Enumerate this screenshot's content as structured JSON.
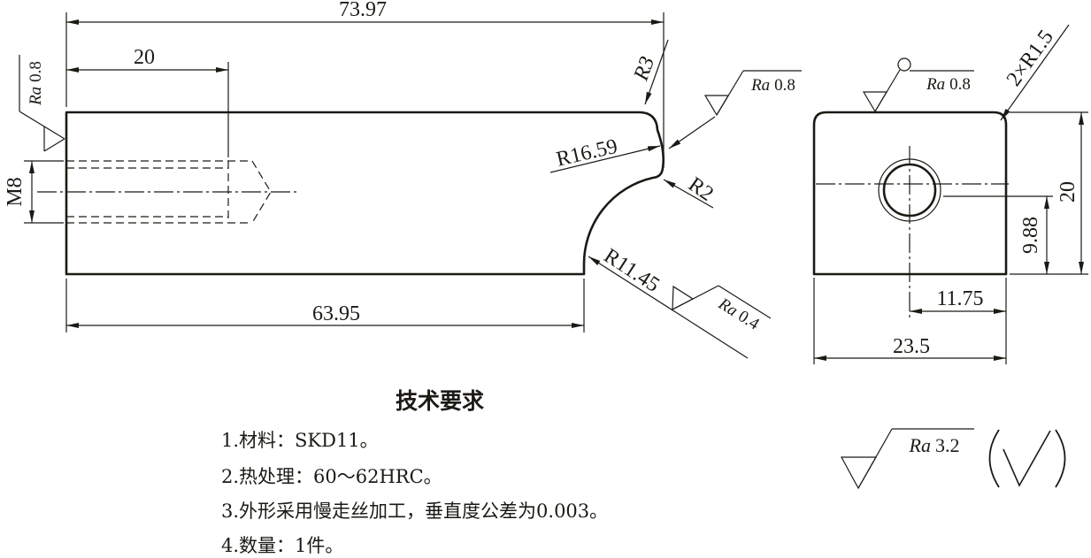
{
  "drawing": {
    "front_view": {
      "dim_overall_length": "73.97",
      "dim_thread_depth": "20",
      "dim_bottom_length": "63.95",
      "dim_thread_size": "M8",
      "radius_top_corner": "R3",
      "radius_upper_curve": "R16.59",
      "radius_blend": "R2",
      "radius_notch": "R11.45",
      "finish_left_face": {
        "symbol": "Ra",
        "value": "0.8"
      },
      "finish_curve": {
        "symbol": "Ra",
        "value": "0.8"
      },
      "finish_notch": {
        "symbol": "Ra",
        "value": "0.4"
      }
    },
    "side_view": {
      "corner_radius": "2×R1.5",
      "dim_height": "20",
      "dim_hole_height": "9.88",
      "dim_hole_offset": "11.75",
      "dim_width": "23.5",
      "finish_top": {
        "symbol": "Ra",
        "value": "0.8"
      }
    },
    "general_finish": {
      "symbol": "Ra",
      "value": "3.2"
    }
  },
  "requirements": {
    "title": "技术要求",
    "items": [
      "1.材料：SKD11。",
      "2.热处理：60～62HRC。",
      "3.外形采用慢走丝加工，垂直度公差为0.003。",
      "4.数量：1件。"
    ]
  },
  "colors": {
    "ink": "#1c1a14",
    "background": "#ffffff"
  }
}
